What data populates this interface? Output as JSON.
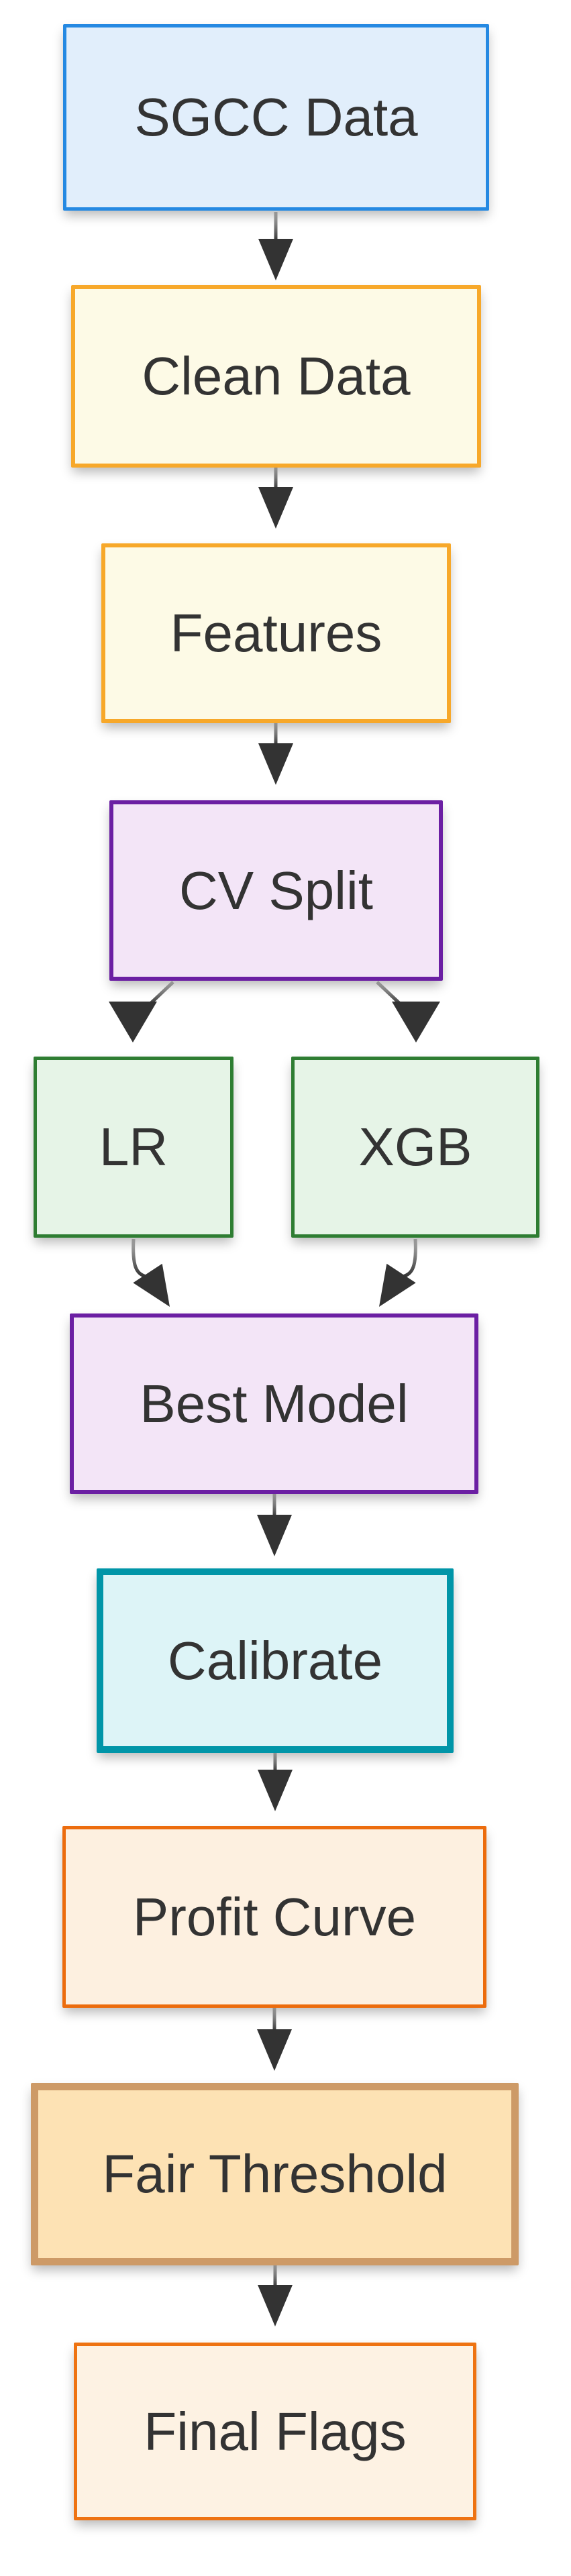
{
  "diagram": {
    "type": "flowchart",
    "direction": "top-down",
    "text_color": "#333333",
    "arrow_color": "#333333",
    "background_color": "#ffffff",
    "nodes": [
      {
        "id": "sgcc_data",
        "label": "SGCC Data",
        "border_color": "#2589e2",
        "fill_color": "#e1eefb",
        "emphasized": false
      },
      {
        "id": "clean_data",
        "label": "Clean Data",
        "border_color": "#f7a82a",
        "fill_color": "#fdfae6",
        "emphasized": false
      },
      {
        "id": "features",
        "label": "Features",
        "border_color": "#f7a82a",
        "fill_color": "#fdfae6",
        "emphasized": false
      },
      {
        "id": "cv_split",
        "label": "CV Split",
        "border_color": "#6b1fa3",
        "fill_color": "#f3e5f7",
        "emphasized": false
      },
      {
        "id": "lr",
        "label": "LR",
        "border_color": "#2e7d32",
        "fill_color": "#e6f4e7",
        "emphasized": false
      },
      {
        "id": "xgb",
        "label": "XGB",
        "border_color": "#2e7d32",
        "fill_color": "#e6f4e7",
        "emphasized": false
      },
      {
        "id": "best_model",
        "label": "Best Model",
        "border_color": "#6b1fa3",
        "fill_color": "#f3e5f7",
        "emphasized": false
      },
      {
        "id": "calibrate",
        "label": "Calibrate",
        "border_color": "#0095a8",
        "fill_color": "#ddf4f7",
        "emphasized": true
      },
      {
        "id": "profit_curve",
        "label": "Profit Curve",
        "border_color": "#ec6c0d",
        "fill_color": "#fdf0e0",
        "emphasized": false
      },
      {
        "id": "fair_threshold",
        "label": "Fair Threshold",
        "border_color": "#cd9a67",
        "fill_color": "#fde2b4",
        "emphasized": true
      },
      {
        "id": "final_flags",
        "label": "Final Flags",
        "border_color": "#ee7312",
        "fill_color": "#fdf2e3",
        "emphasized": false
      }
    ],
    "edges": [
      {
        "from": "sgcc_data",
        "to": "clean_data"
      },
      {
        "from": "clean_data",
        "to": "features"
      },
      {
        "from": "features",
        "to": "cv_split"
      },
      {
        "from": "cv_split",
        "to": "lr"
      },
      {
        "from": "cv_split",
        "to": "xgb"
      },
      {
        "from": "lr",
        "to": "best_model"
      },
      {
        "from": "xgb",
        "to": "best_model"
      },
      {
        "from": "best_model",
        "to": "calibrate"
      },
      {
        "from": "calibrate",
        "to": "profit_curve"
      },
      {
        "from": "profit_curve",
        "to": "fair_threshold"
      },
      {
        "from": "fair_threshold",
        "to": "final_flags"
      }
    ]
  }
}
